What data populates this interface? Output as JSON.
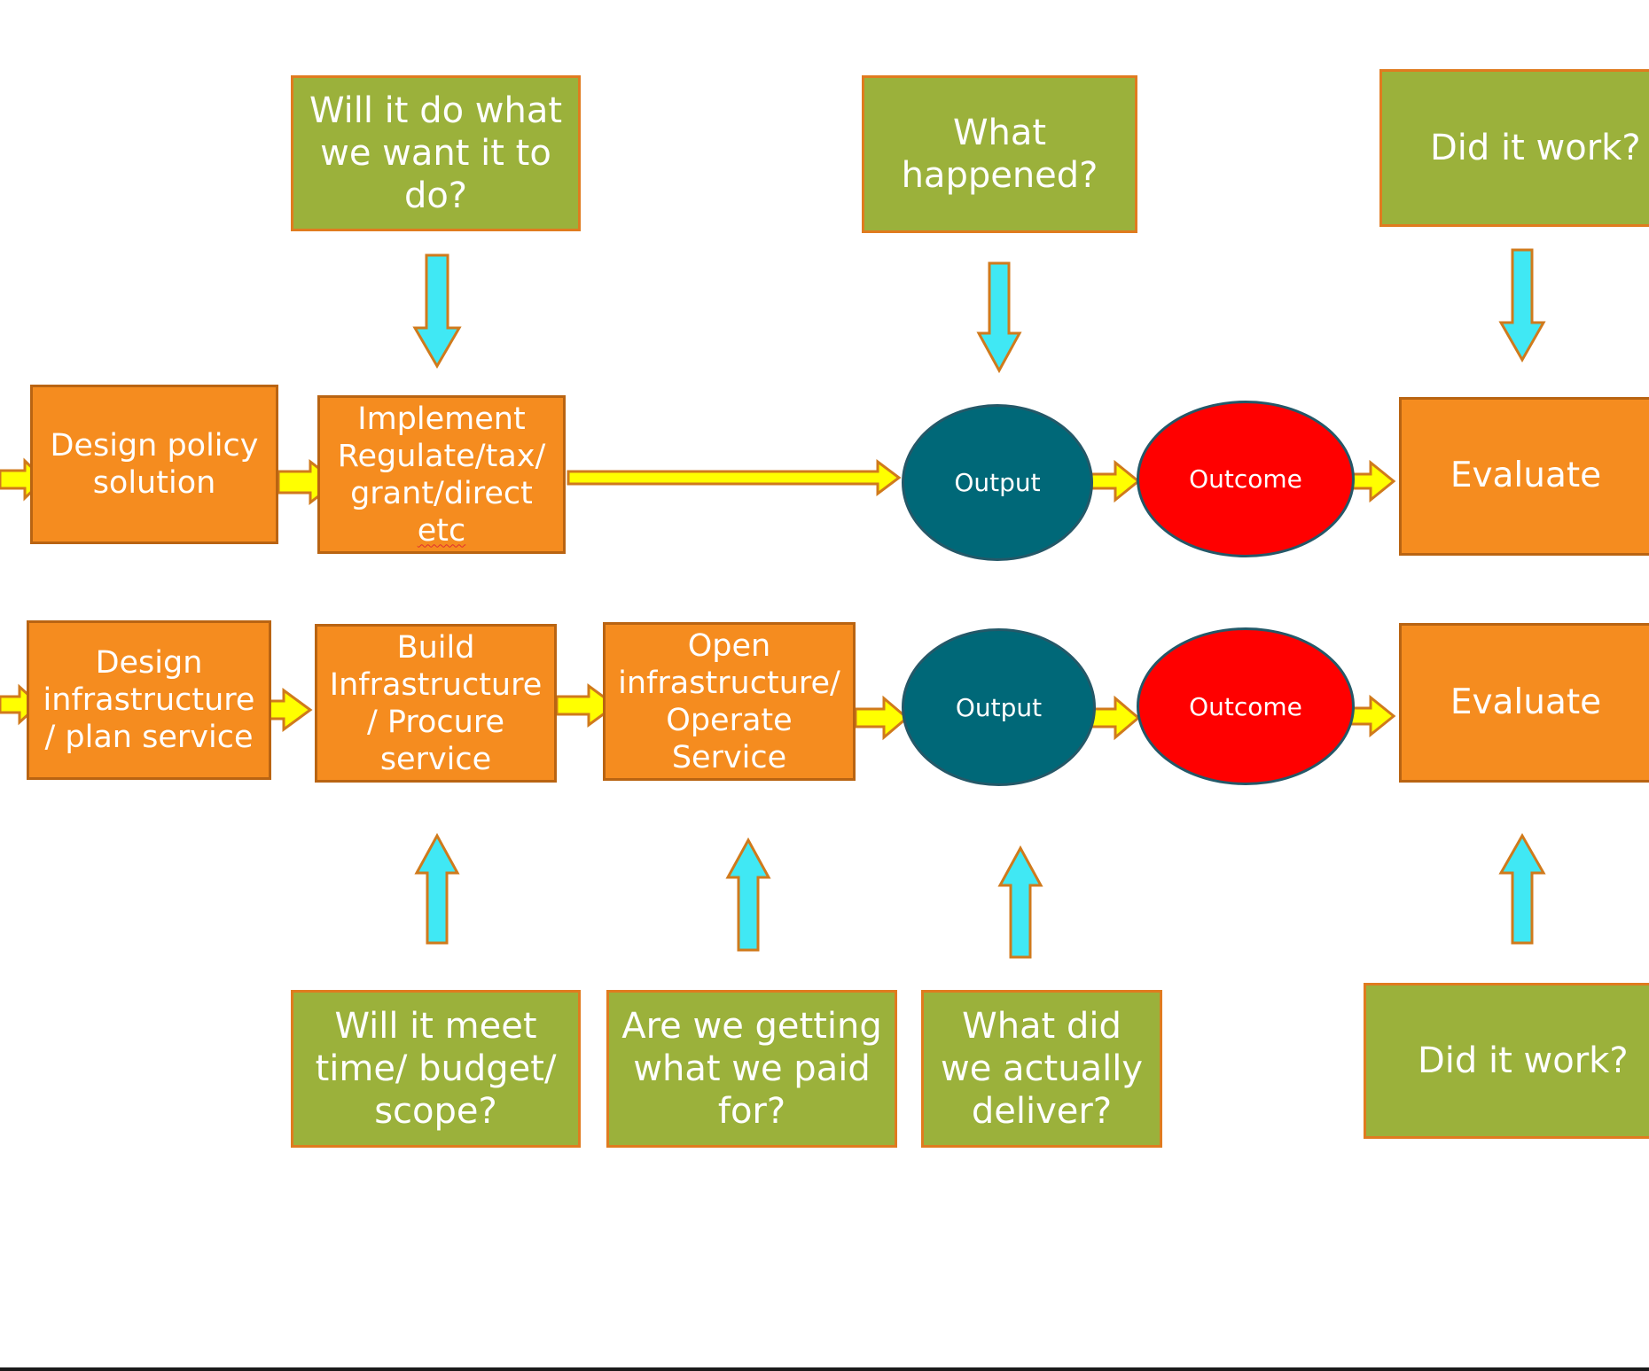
{
  "top_questions": {
    "q1": [
      "Will it do what",
      "we want it to",
      "do?"
    ],
    "q2": [
      "What",
      "happened?"
    ],
    "q3": [
      "Did it work?"
    ]
  },
  "row_policy": {
    "design": [
      "Design policy",
      "solution"
    ],
    "implement": [
      "Implement",
      "Regulate/tax/",
      "grant/direct",
      "etc"
    ],
    "output": "Output",
    "outcome": "Outcome",
    "evaluate": "Evaluate"
  },
  "row_infrastructure": {
    "design": [
      "Design",
      "infrastructure",
      "/ plan service"
    ],
    "build": [
      "Build",
      "Infrastructure",
      "/ Procure",
      "service"
    ],
    "open": [
      "Open",
      "infrastructure/",
      "Operate",
      "Service"
    ],
    "output": "Output",
    "outcome": "Outcome",
    "evaluate": "Evaluate"
  },
  "bottom_questions": {
    "q1": [
      "Will it meet",
      "time/ budget/",
      "scope?"
    ],
    "q2": [
      "Are we getting",
      "what we paid",
      "for?"
    ],
    "q3": [
      "What did",
      "we actually",
      "deliver?"
    ],
    "q4": [
      "Did it work?"
    ]
  },
  "colors": {
    "question_box": "#9bb13b",
    "process_box": "#f58c1f",
    "output_ellipse": "#006878",
    "outcome_ellipse": "#ff0000",
    "flow_arrow": "#ffff00",
    "question_arrow": "#40e8f4"
  }
}
